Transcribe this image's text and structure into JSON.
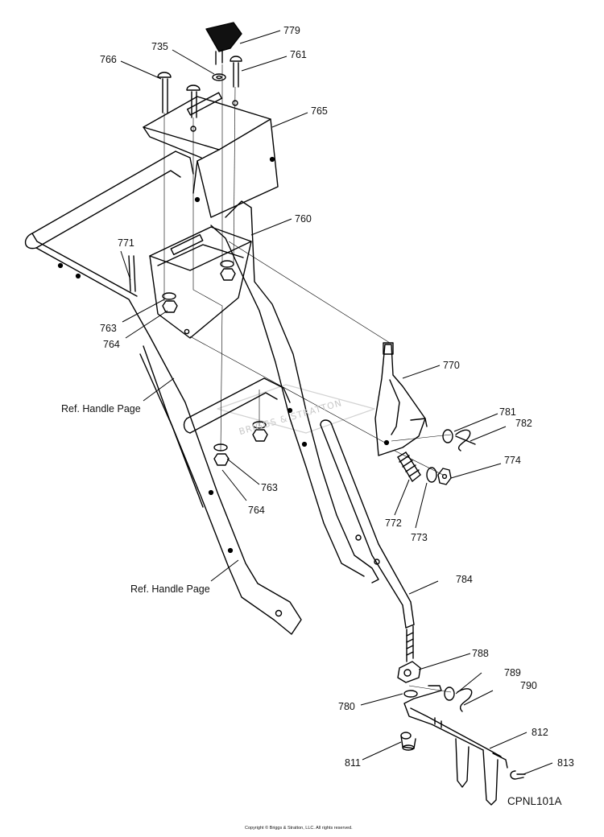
{
  "diagram": {
    "callouts": [
      {
        "id": "779",
        "text": "779"
      },
      {
        "id": "735",
        "text": "735"
      },
      {
        "id": "761",
        "text": "761"
      },
      {
        "id": "766",
        "text": "766"
      },
      {
        "id": "765",
        "text": "765"
      },
      {
        "id": "760",
        "text": "760"
      },
      {
        "id": "771",
        "text": "771"
      },
      {
        "id": "763a",
        "text": "763"
      },
      {
        "id": "764a",
        "text": "764"
      },
      {
        "id": "770",
        "text": "770"
      },
      {
        "id": "781",
        "text": "781"
      },
      {
        "id": "782",
        "text": "782"
      },
      {
        "id": "774",
        "text": "774"
      },
      {
        "id": "763b",
        "text": "763"
      },
      {
        "id": "764b",
        "text": "764"
      },
      {
        "id": "772",
        "text": "772"
      },
      {
        "id": "773",
        "text": "773"
      },
      {
        "id": "784",
        "text": "784"
      },
      {
        "id": "788",
        "text": "788"
      },
      {
        "id": "789",
        "text": "789"
      },
      {
        "id": "790",
        "text": "790"
      },
      {
        "id": "780",
        "text": "780"
      },
      {
        "id": "812",
        "text": "812"
      },
      {
        "id": "811",
        "text": "811"
      },
      {
        "id": "813",
        "text": "813"
      }
    ],
    "ref_labels": [
      "Ref. Handle Page",
      "Ref. Handle Page"
    ],
    "diagram_code": "CPNL101A",
    "watermark": "BRIGGS & STRATTON",
    "copyright": "Copyright © Briggs & Stratton, LLC. All rights reserved."
  }
}
